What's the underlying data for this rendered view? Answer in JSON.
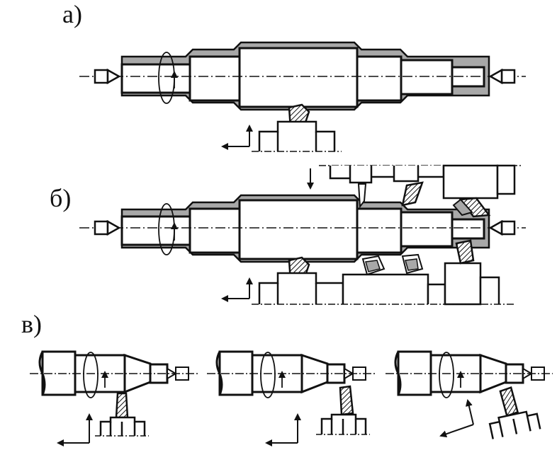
{
  "labels": {
    "a": "а)",
    "b": "б)",
    "v": "в)"
  },
  "colors": {
    "stroke": "#111111",
    "fill_gray": "#a8a8a8",
    "background": "#ffffff"
  }
}
